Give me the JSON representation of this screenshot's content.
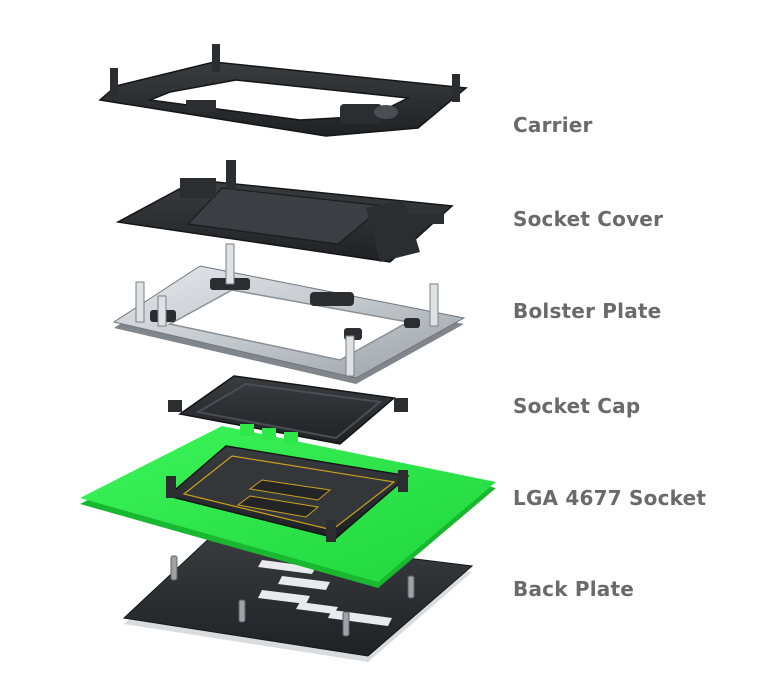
{
  "layers": [
    {
      "id": "carrier",
      "label": "Carrier"
    },
    {
      "id": "socket-cover",
      "label": "Socket Cover"
    },
    {
      "id": "bolster-plate",
      "label": "Bolster Plate"
    },
    {
      "id": "socket-cap",
      "label": "Socket Cap"
    },
    {
      "id": "lga-socket",
      "label": "LGA 4677 Socket"
    },
    {
      "id": "back-plate",
      "label": "Back Plate"
    }
  ],
  "colors": {
    "label_text": "#6a6a6a",
    "pcb_green": "#2ee84a",
    "plastic_dark": "#2b2d30",
    "metal": "#c9cdd1",
    "back_plate": "#2a2d2e",
    "socket_accent": "#c9a020"
  }
}
